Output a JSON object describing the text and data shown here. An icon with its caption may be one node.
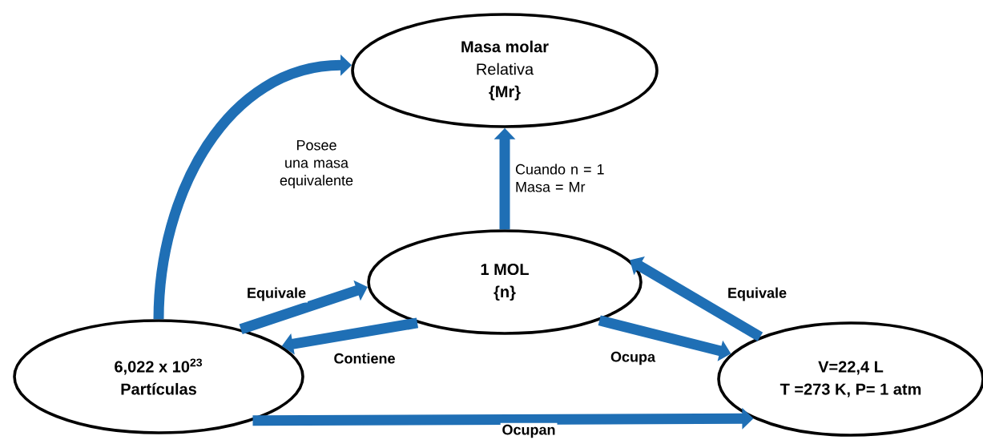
{
  "diagram": {
    "nodes": [
      {
        "text": [
          "Masa molar",
          "Relativa",
          "{Mr}"
        ]
      },
      {
        "text": [
          "1 MOL",
          "{n}"
        ]
      },
      {
        "text": [
          "6,022 x 10$^{23}$",
          "Partículas"
        ]
      },
      {
        "text": [
          "V=22,4 L",
          "T =273 K, P= 1 atm"
        ]
      }
    ],
    "edges": [
      {
        "from": 2,
        "to": 0,
        "arrow": "to",
        "label": "Posee una masa equivalente"
      },
      {
        "from": 1,
        "to": 0,
        "arrow": "to",
        "label": "Cuando n = 1 Masa = Mr"
      },
      {
        "from": 2,
        "to": 1,
        "arrow": "to",
        "label": "Equivale"
      },
      {
        "from": 1,
        "to": 2,
        "arrow": "to",
        "label": "Contiene"
      },
      {
        "from": 1,
        "to": 3,
        "arrow": "to",
        "label": "Ocupa"
      },
      {
        "from": 3,
        "to": 1,
        "arrow": "to",
        "label": "Equivale"
      },
      {
        "from": 2,
        "to": 3,
        "arrow": "to",
        "label": "Ocupan"
      }
    ]
  }
}
